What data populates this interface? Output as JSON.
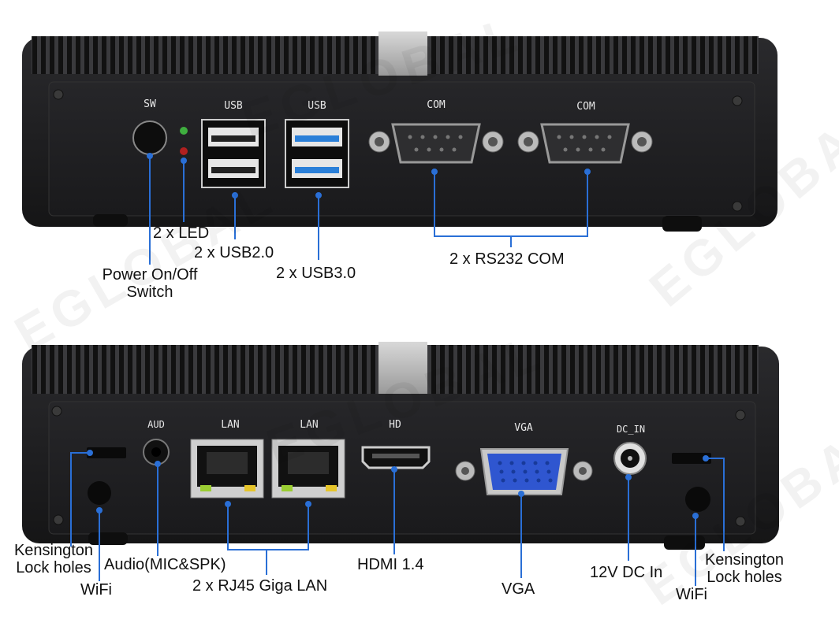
{
  "watermark": "EGLOBAL",
  "colors": {
    "callout": "#2a6fd6",
    "chassis": "#1c1c1e",
    "panel": "#222225",
    "usb3_blue": "#2a7fd8",
    "vga_blue": "#2f56d0"
  },
  "top_panel": {
    "port_labels": {
      "sw": "SW",
      "usb_a": "USB",
      "usb_b": "USB",
      "com_a": "COM",
      "com_b": "COM"
    },
    "callouts": {
      "led": "2 x LED",
      "usb2": "2 x USB2.0",
      "usb3": "2 x USB3.0",
      "power_line1": "Power On/Off",
      "power_line2": "Switch",
      "rs232": "2 x RS232 COM"
    }
  },
  "bottom_panel": {
    "port_labels": {
      "aud": "AUD",
      "lan_a": "LAN",
      "lan_b": "LAN",
      "hd": "HD",
      "vga": "VGA",
      "dc_in": "DC_IN"
    },
    "callouts": {
      "kensington_left_line1": "Kensington",
      "kensington_left_line2": "Lock holes",
      "wifi_left": "WiFi",
      "audio": "Audio(MIC&SPK)",
      "lan": "2 x RJ45 Giga LAN",
      "hdmi": "HDMI 1.4",
      "vga": "VGA",
      "dc": "12V DC In",
      "wifi_right": "WiFi",
      "kensington_right_line1": "Kensington",
      "kensington_right_line2": "Lock holes"
    }
  }
}
